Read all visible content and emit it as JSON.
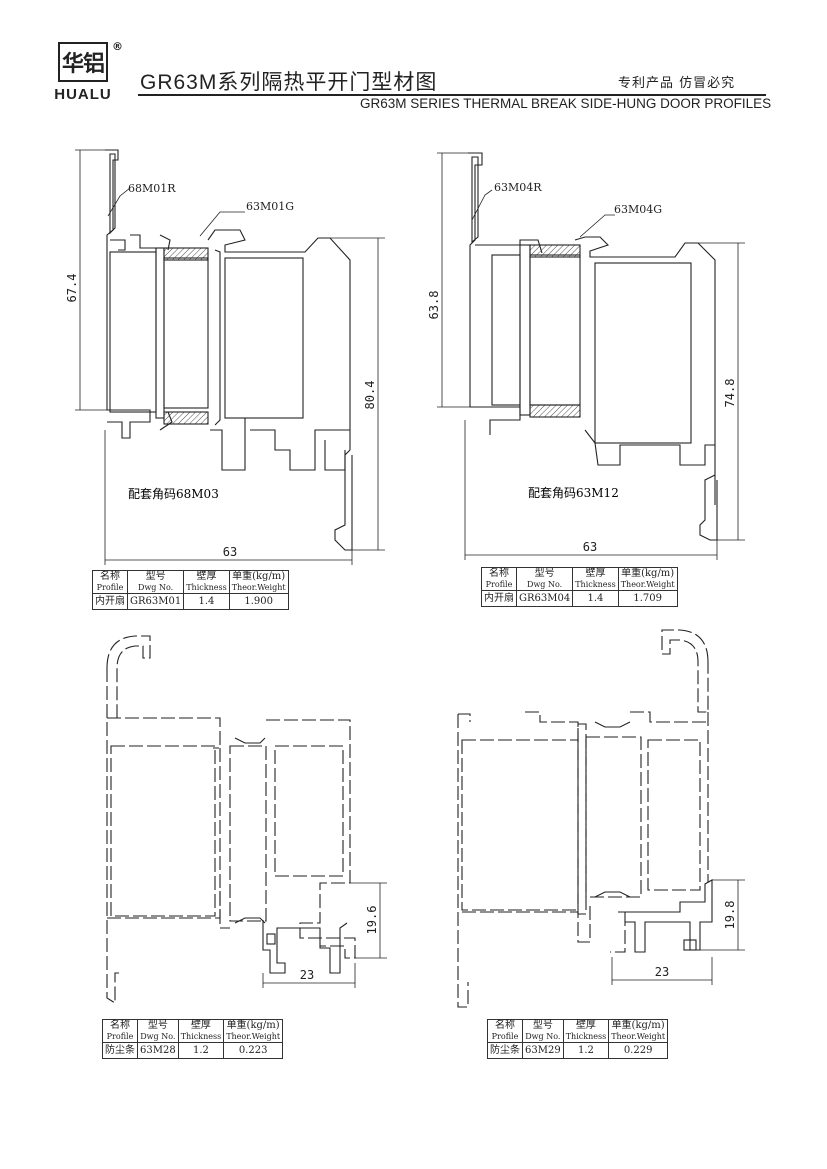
{
  "header": {
    "logo_cn": "华铝",
    "logo_reg": "®",
    "logo_en": "HUALU",
    "title_cn": "GR63M系列隔热平开门型材图",
    "patent": "专利产品  仿冒必究",
    "title_en": "GR63M SERIES THERMAL BREAK SIDE-HUNG DOOR PROFILES"
  },
  "table_headers": {
    "name": "名称",
    "name_en": "Profile",
    "model": "型号",
    "model_en": "Dwg No.",
    "thickness": "壁厚",
    "thickness_en": "Thickness",
    "weight": "单重(kg/m)",
    "weight_en": "Theor.Weight"
  },
  "profiles": [
    {
      "labels": [
        "68M01R",
        "63M01G"
      ],
      "dims": [
        "67.4",
        "80.4",
        "63"
      ],
      "caption": "配套角码68M03",
      "spec": {
        "name": "内开扇",
        "model": "GR63M01",
        "thickness": "1.4",
        "weight": "1.900"
      }
    },
    {
      "labels": [
        "63M04R",
        "63M04G"
      ],
      "dims": [
        "63.8",
        "74.8",
        "63"
      ],
      "caption": "配套角码63M12",
      "spec": {
        "name": "内开扇",
        "model": "GR63M04",
        "thickness": "1.4",
        "weight": "1.709"
      }
    },
    {
      "dims": [
        "19.6",
        "23"
      ],
      "spec": {
        "name": "防尘条",
        "model": "63M28",
        "thickness": "1.2",
        "weight": "0.223"
      }
    },
    {
      "dims": [
        "19.8",
        "23"
      ],
      "spec": {
        "name": "防尘条",
        "model": "63M29",
        "thickness": "1.2",
        "weight": "0.229"
      }
    }
  ]
}
